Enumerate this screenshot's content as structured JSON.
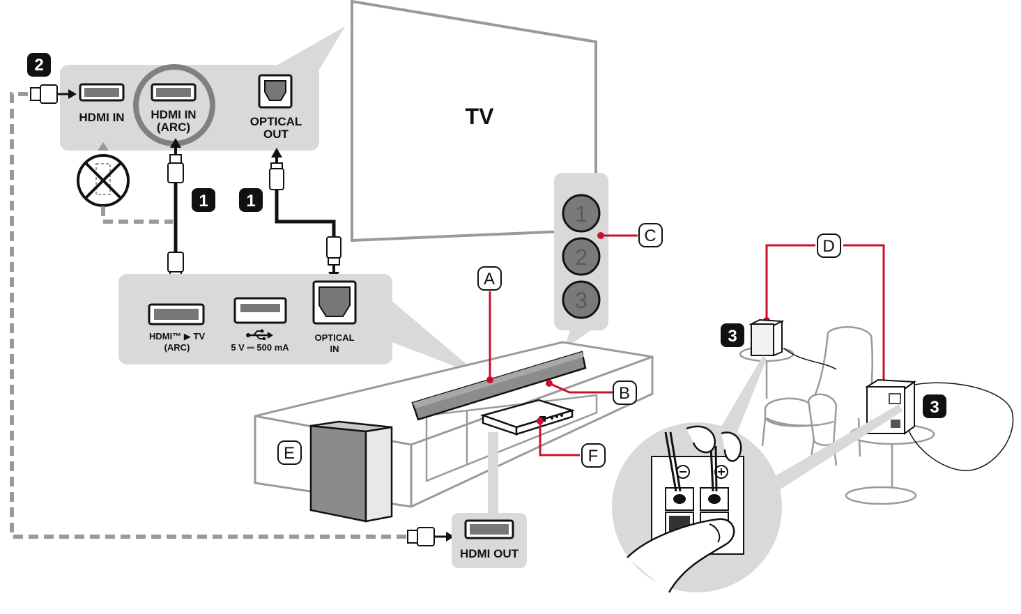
{
  "tv": {
    "label": "TV"
  },
  "tv_panel": {
    "step": "2",
    "hdmi_in": "HDMI IN",
    "hdmi_arc_line1": "HDMI IN",
    "hdmi_arc_line2": "(ARC)",
    "optical_line1": "OPTICAL",
    "optical_line2": "OUT"
  },
  "steps": {
    "hdmi_step": "1",
    "optical_step": "1",
    "rear_left_step": "3",
    "rear_right_step": "3"
  },
  "soundbar_panel": {
    "hdmi_line1": "HDMI™ ▶ TV",
    "hdmi_line2": "(ARC)",
    "usb_rating": "5 V ⎓ 500 mA",
    "optical_line1": "OPTICAL",
    "optical_line2": "IN"
  },
  "buttons": [
    "1",
    "2",
    "3"
  ],
  "callouts": {
    "a": "A",
    "b": "B",
    "c": "C",
    "d": "D",
    "e": "E",
    "f": "F"
  },
  "source_device": {
    "hdmi_out": "HDMI OUT"
  },
  "colors": {
    "accent": "#c8102e",
    "panel": "#d9d9d9",
    "line": "#9a9a9a",
    "cable": "#111111"
  }
}
